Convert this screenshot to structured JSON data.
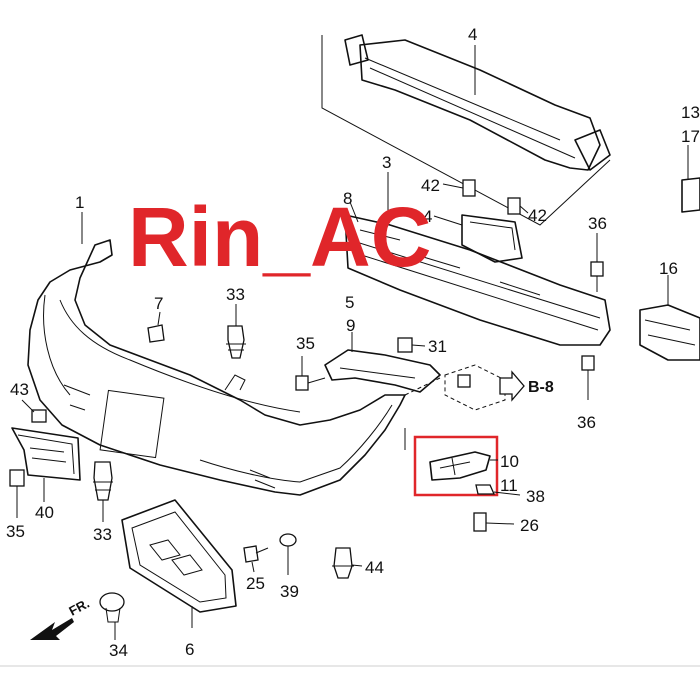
{
  "watermark": "Rin_AC",
  "direction_label": "FR.",
  "ref_label": "B-8",
  "highlight_color": "#e0262a",
  "part_numbers": {
    "p1": "1",
    "p3": "3",
    "p4a": "4",
    "p4b": "4",
    "p5": "5",
    "p6": "6",
    "p7": "7",
    "p8": "8",
    "p9": "9",
    "p10": "10",
    "p11": "11",
    "p13": "13",
    "p16": "16",
    "p17": "17",
    "p25": "25",
    "p26": "26",
    "p31": "31",
    "p33a": "33",
    "p33b": "33",
    "p34": "34",
    "p35a": "35",
    "p35b": "35",
    "p36a": "36",
    "p36b": "36",
    "p38": "38",
    "p39": "39",
    "p40": "40",
    "p42a": "42",
    "p42b": "42",
    "p43": "43",
    "p44": "44"
  }
}
